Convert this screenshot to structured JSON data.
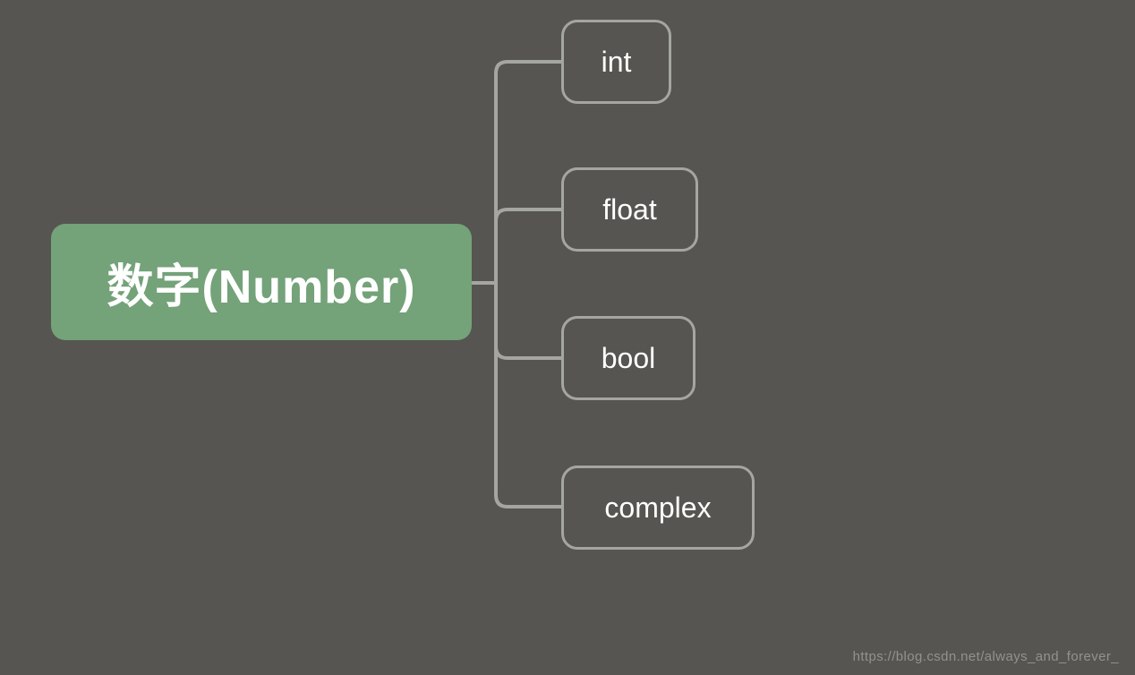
{
  "diagram": {
    "root": {
      "label": "数字(Number)"
    },
    "children": [
      {
        "label": "int"
      },
      {
        "label": "float"
      },
      {
        "label": "bool"
      },
      {
        "label": "complex"
      }
    ]
  },
  "watermark": {
    "text": "https://blog.csdn.net/always_and_forever_"
  },
  "colors": {
    "background": "#565551",
    "root_fill": "#74a279",
    "root_text": "#ffffff",
    "child_border": "#a5a6a1",
    "child_text": "#ffffff",
    "connector": "#a5a6a1",
    "watermark_text": "#91928e"
  }
}
